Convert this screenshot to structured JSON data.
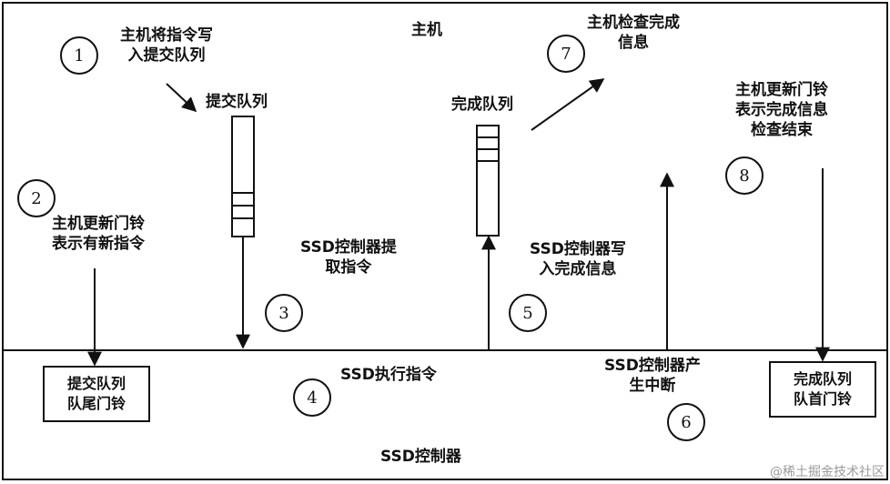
{
  "labels": {
    "host": "主机",
    "ssd_controller": "SSD控制器",
    "step1": [
      "主机将指令写",
      "入提交队列"
    ],
    "submission_queue": "提交队列",
    "completion_queue": "完成队列",
    "step7": [
      "主机检查完成",
      "信息"
    ],
    "step8": [
      "主机更新门铃",
      "表示完成信息",
      "检查结束"
    ],
    "step2": [
      "主机更新门铃",
      "表示有新指令"
    ],
    "step3": [
      "SSD控制器提",
      "取指令"
    ],
    "step5": [
      "SSD控制器写",
      "入完成信息"
    ],
    "step4": "SSD执行指令",
    "step6": [
      "SSD控制器产",
      "生中断"
    ],
    "sq_doorbell": [
      "提交队列",
      "队尾门铃"
    ],
    "cq_doorbell": [
      "完成队列",
      "队首门铃"
    ]
  },
  "steps": [
    "1",
    "2",
    "3",
    "4",
    "5",
    "6",
    "7",
    "8"
  ],
  "watermark": "@稀土掘金技术社区"
}
